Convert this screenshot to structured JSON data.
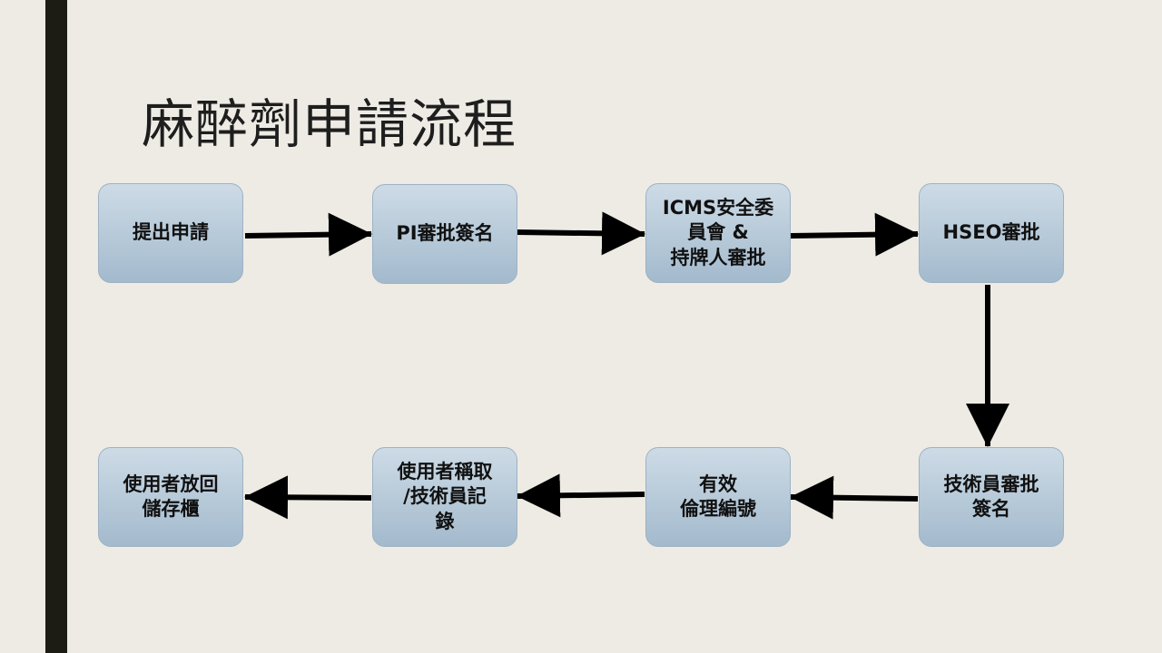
{
  "title": "麻醉劑申請流程",
  "steps": [
    {
      "id": "s1",
      "label": "提出申請"
    },
    {
      "id": "s2",
      "label": "PI審批簽名"
    },
    {
      "id": "s3",
      "label": "ICMS安全委\n員會 &\n持牌人審批"
    },
    {
      "id": "s4",
      "label": "HSEO審批"
    },
    {
      "id": "s5",
      "label": "技術員審批\n簽名"
    },
    {
      "id": "s6",
      "label": "有效\n倫理編號"
    },
    {
      "id": "s7",
      "label": "使用者稱取\n/技術員記\n錄"
    },
    {
      "id": "s8",
      "label": "使用者放回\n儲存櫃"
    }
  ],
  "flow": [
    [
      "s1",
      "s2"
    ],
    [
      "s2",
      "s3"
    ],
    [
      "s3",
      "s4"
    ],
    [
      "s4",
      "s5"
    ],
    [
      "s5",
      "s6"
    ],
    [
      "s6",
      "s7"
    ],
    [
      "s7",
      "s8"
    ]
  ],
  "colors": {
    "background": "#eeebe4",
    "side_bar": "#1c1c14",
    "box_fill": "#b6c9d8",
    "arrow": "#000000",
    "text": "#111111"
  }
}
